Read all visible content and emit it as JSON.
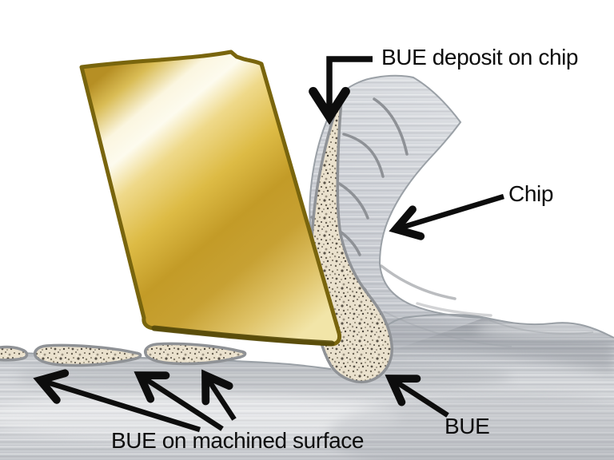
{
  "diagram": {
    "type": "machining-built-up-edge-diagram",
    "labels": {
      "bue_deposit_on_chip": "BUE deposit on chip",
      "chip": "Chip",
      "bue": "BUE",
      "bue_on_machined_surface": "BUE on machined surface"
    },
    "colors": {
      "background": "#ffffff",
      "annotation": "#0d0d0d",
      "tool-gold": "#d8b63f",
      "tool-outline": "#79650d",
      "chip-gray": "#c9ccd2",
      "workpiece-gray": "#c3c6cb",
      "flow-line": "#8e9196",
      "bue-fill": "#eae1cd",
      "bue-outline": "#8f9296"
    }
  }
}
